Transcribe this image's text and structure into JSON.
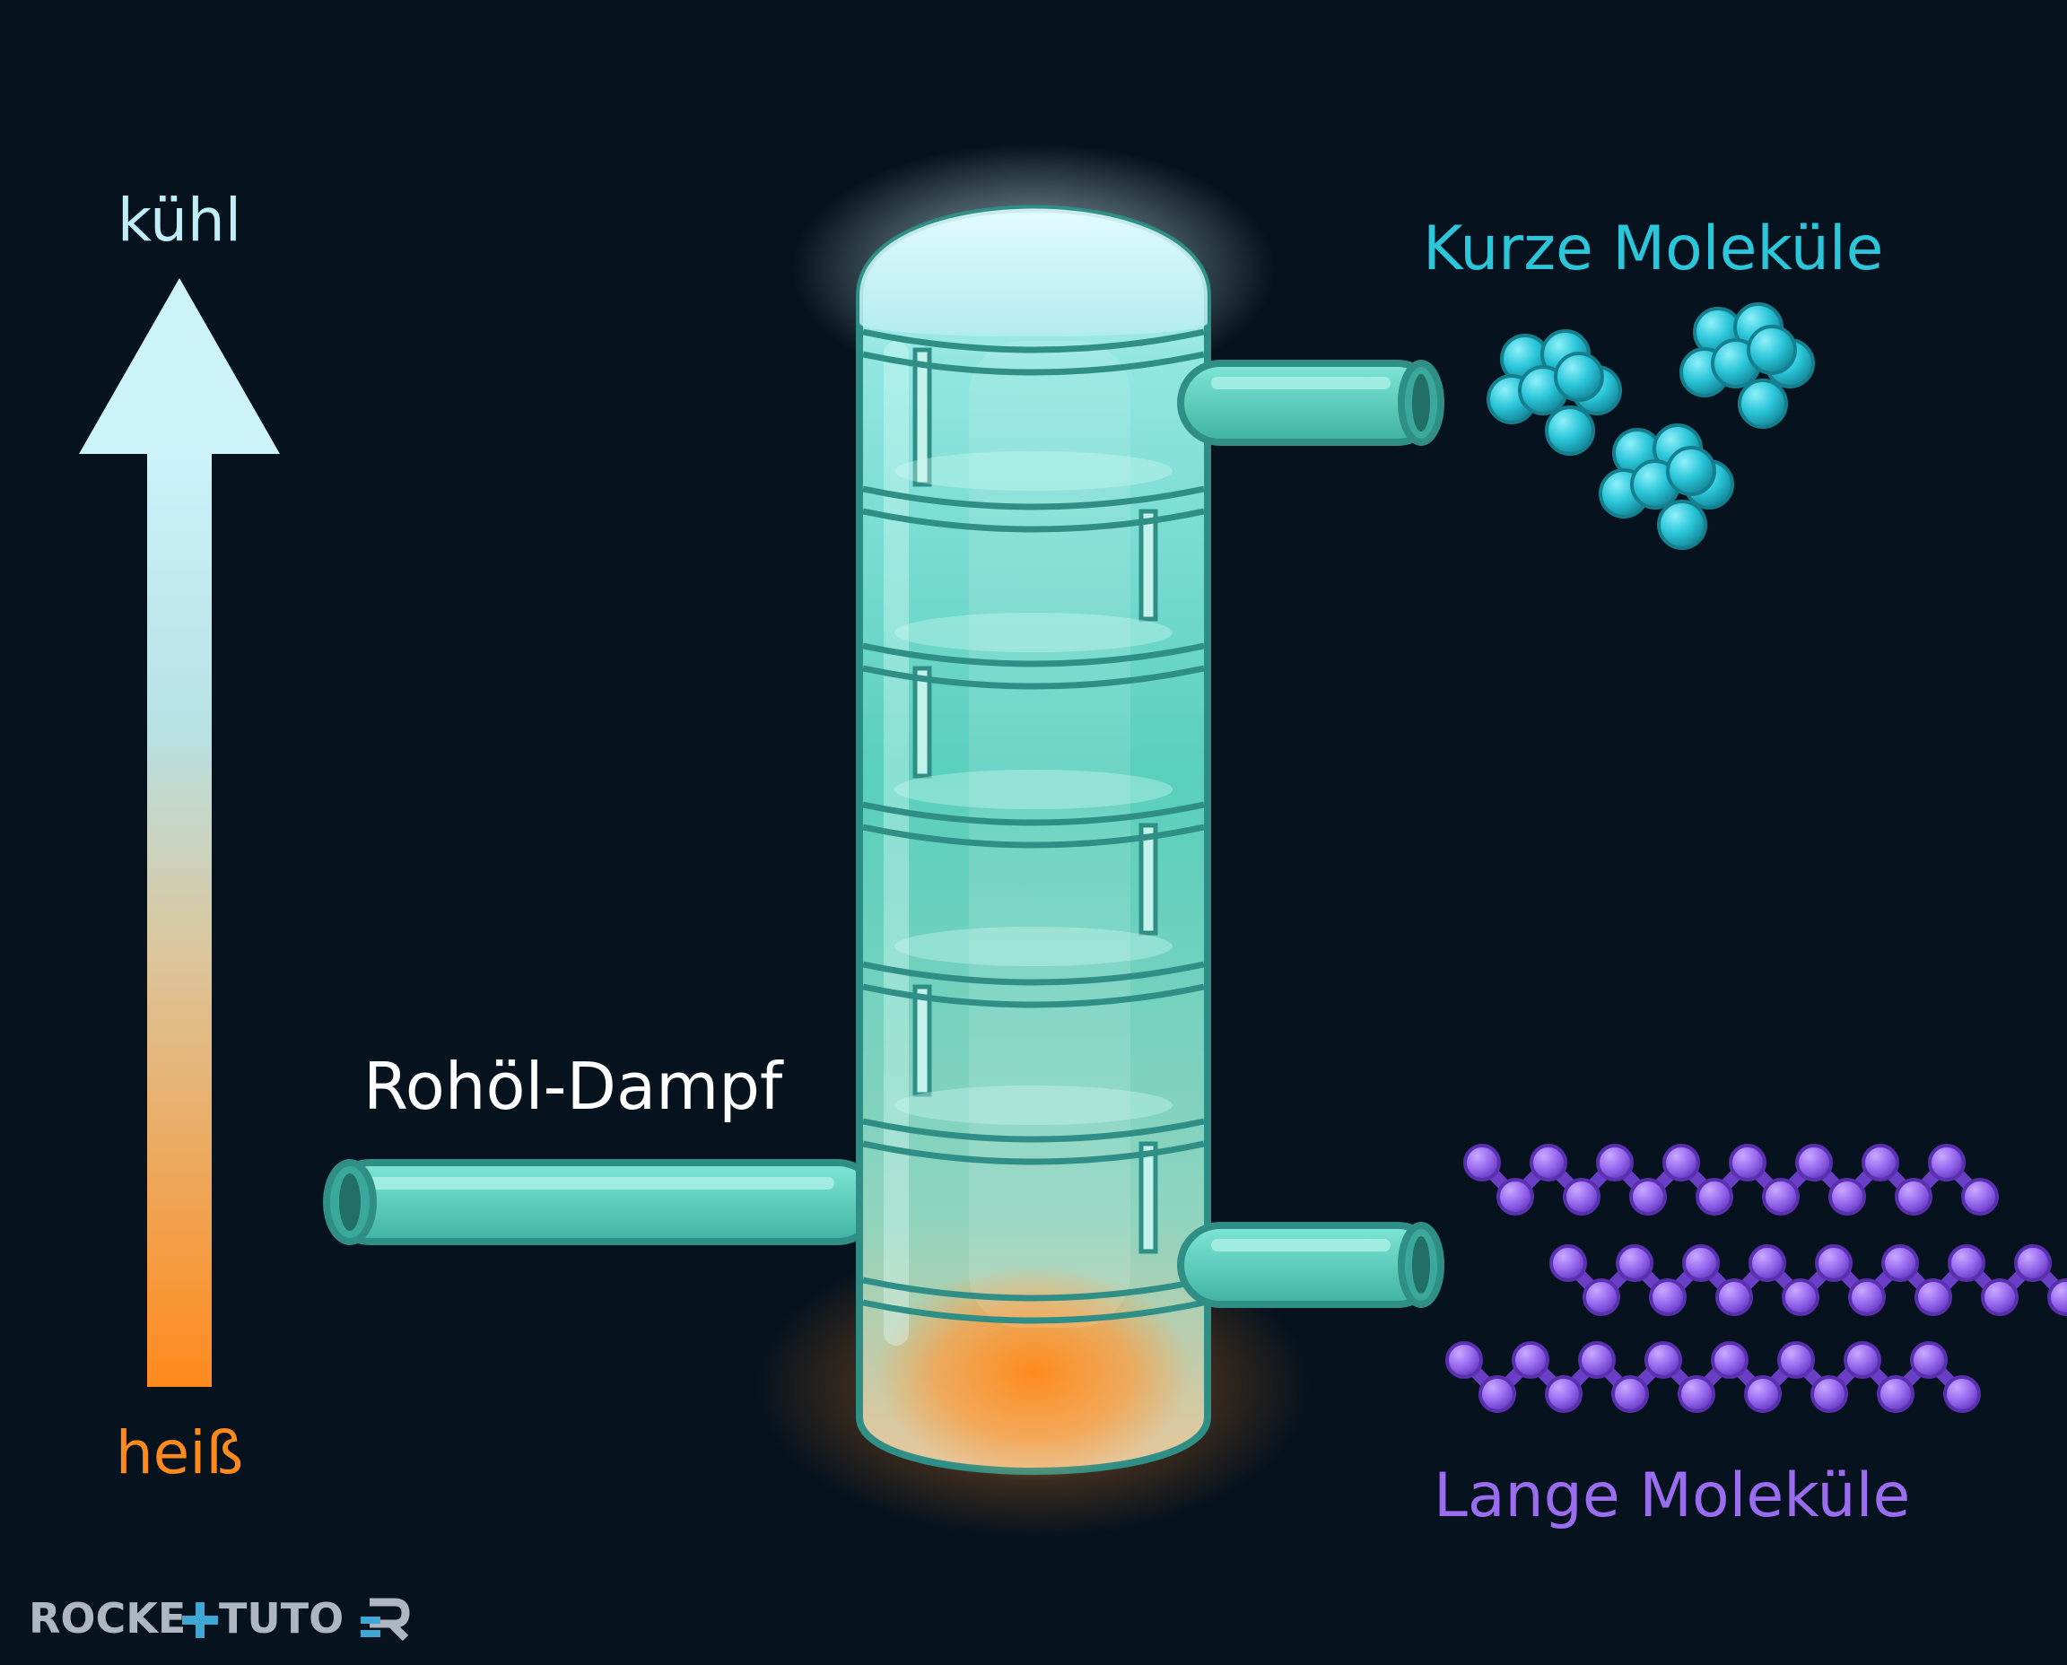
{
  "labels": {
    "cool": "kühl",
    "hot": "heiß",
    "crude_vapor": "Rohöl-Dampf",
    "short_molecules": "Kurze Moleküle",
    "long_molecules": "Lange Moleküle"
  },
  "logo": {
    "text_a": "ROCKE",
    "text_b": "TUTO",
    "icon": "plus-icon"
  },
  "colors": {
    "background": "#06121e",
    "column": "#5fd6c4",
    "cool": "#c8f2fa",
    "hot": "#ff8a1c",
    "short_molecules": "#2bc6da",
    "long_molecules": "#9b6cf0"
  }
}
